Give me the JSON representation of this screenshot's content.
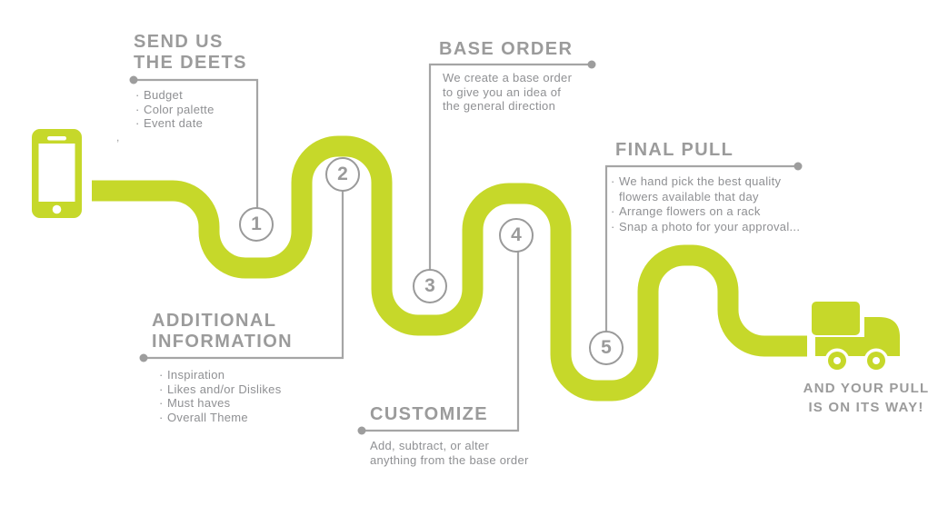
{
  "palette": {
    "path_green": "#c6d82a",
    "title_gray": "#9b9b9b",
    "body_gray": "#8f9093",
    "line_gray": "#a5a5a5",
    "background": "#ffffff"
  },
  "bullet_char": "·",
  "steps": [
    {
      "number": "1",
      "title_lines": [
        "SEND US",
        "THE DEETS"
      ],
      "items": [
        "Budget",
        "Color palette",
        "Event date"
      ]
    },
    {
      "number": "2",
      "title_lines": [
        "ADDITIONAL",
        "INFORMATION"
      ],
      "items": [
        "Inspiration",
        "Likes and/or Dislikes",
        "Must haves",
        "Overall Theme"
      ]
    },
    {
      "number": "3",
      "title_lines": [
        "BASE ORDER"
      ],
      "body_lines": [
        "We create a base order",
        "to give you an idea of",
        "the general direction"
      ]
    },
    {
      "number": "4",
      "title_lines": [
        "CUSTOMIZE"
      ],
      "body_lines": [
        "Add, subtract, or alter",
        "anything from the base order"
      ]
    },
    {
      "number": "5",
      "title_lines": [
        "FINAL PULL"
      ],
      "items": [
        "We hand pick the best quality flowers available that day",
        "Arrange flowers on a rack",
        "Snap a photo for your approval..."
      ]
    }
  ],
  "end_note": {
    "lines": [
      "AND YOUR PULL",
      "IS ON ITS WAY!"
    ]
  },
  "icons": {
    "start": "phone-icon",
    "end": "delivery-truck-icon"
  },
  "stray_mark": ","
}
